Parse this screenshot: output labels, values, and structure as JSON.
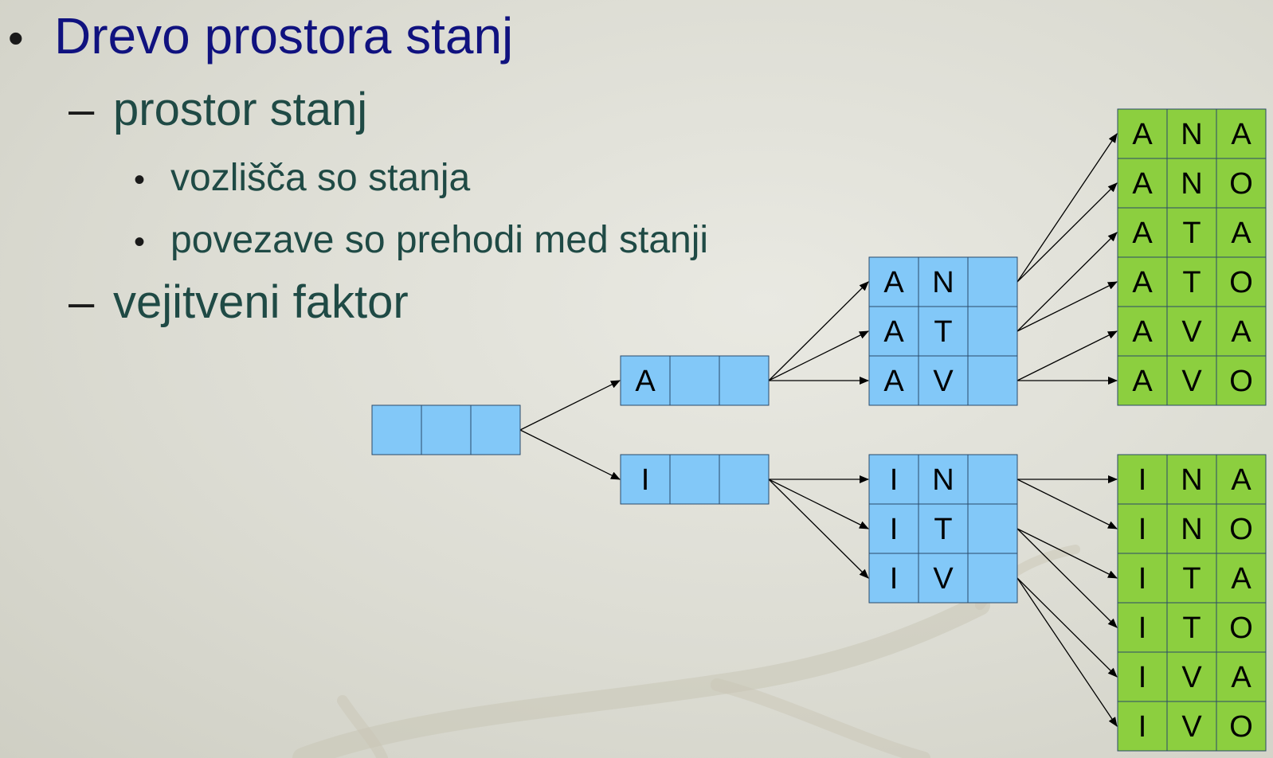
{
  "slide": {
    "bullet_main": "Drevo prostora stanj",
    "sub1": "prostor stanj",
    "sub1_items": [
      "vozlišča so stanja",
      "povezave so prehodi med stanji"
    ],
    "sub2": "vejitveni faktor"
  },
  "colors": {
    "title": "#10127f",
    "body_text": "#1f4a45",
    "node_blue": "#82c8f8",
    "node_green": "#8ccf3f",
    "edge": "#000000"
  },
  "tree": {
    "root": [
      "",
      "",
      ""
    ],
    "level1": [
      [
        "A",
        "",
        ""
      ],
      [
        "I",
        "",
        ""
      ]
    ],
    "level2": [
      [
        "A",
        "N",
        ""
      ],
      [
        "A",
        "T",
        ""
      ],
      [
        "A",
        "V",
        ""
      ],
      [
        "I",
        "N",
        ""
      ],
      [
        "I",
        "T",
        ""
      ],
      [
        "I",
        "V",
        ""
      ]
    ],
    "level3": [
      [
        "A",
        "N",
        "A"
      ],
      [
        "A",
        "N",
        "O"
      ],
      [
        "A",
        "T",
        "A"
      ],
      [
        "A",
        "T",
        "O"
      ],
      [
        "A",
        "V",
        "A"
      ],
      [
        "A",
        "V",
        "O"
      ],
      [
        "I",
        "N",
        "A"
      ],
      [
        "I",
        "N",
        "O"
      ],
      [
        "I",
        "T",
        "A"
      ],
      [
        "I",
        "T",
        "O"
      ],
      [
        "I",
        "V",
        "A"
      ],
      [
        "I",
        "V",
        "O"
      ]
    ]
  }
}
